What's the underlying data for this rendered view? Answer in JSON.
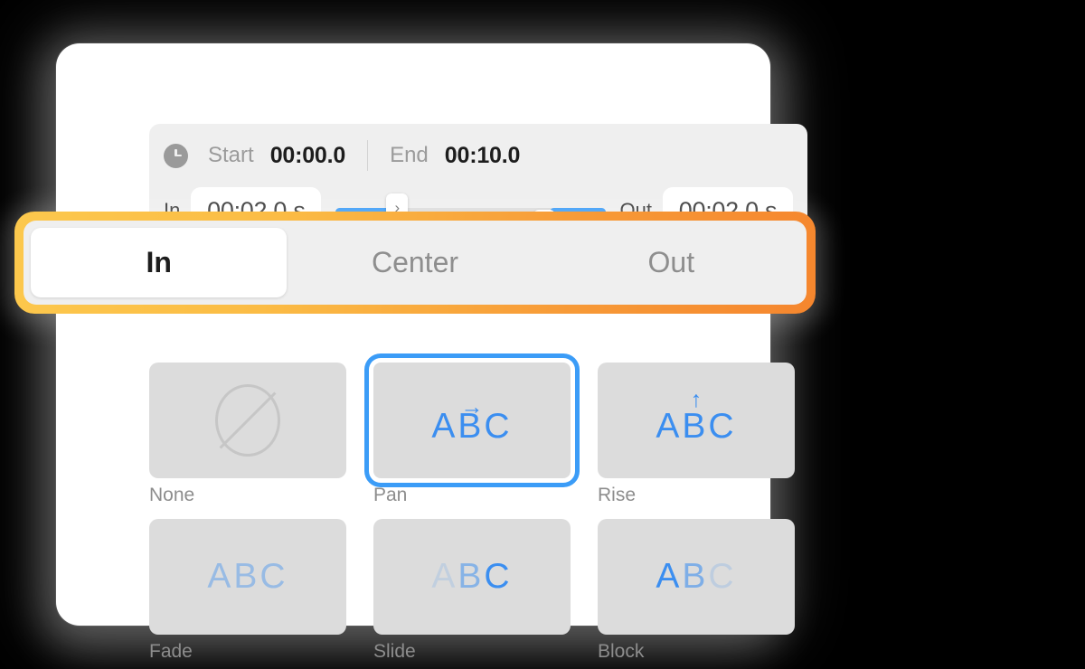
{
  "timing": {
    "clock_icon": "clock-icon",
    "start_label": "Start",
    "start_value": "00:00.0",
    "end_label": "End",
    "end_value": "00:10.0",
    "in_label": "In",
    "in_value": "00:02.0 s",
    "out_label": "Out",
    "out_value": "00:02.0 s",
    "slider": {
      "in_handle_icon": "›",
      "out_handle_icon": "‹"
    }
  },
  "segmented_control": {
    "focus_ring_color_start": "#FCC84D",
    "focus_ring_color_end": "#F5862E",
    "selected": "In",
    "tabs": [
      {
        "label": "In",
        "active": true
      },
      {
        "label": "Center",
        "active": false
      },
      {
        "label": "Out",
        "active": false
      }
    ]
  },
  "effects": {
    "selection_color": "#3B9CF7",
    "items": [
      {
        "label": "None",
        "sample": "",
        "icon": "no-entry-icon",
        "arrow": "",
        "selected": false
      },
      {
        "label": "Pan",
        "sample": "ABC",
        "icon": "",
        "arrow": "→",
        "selected": true
      },
      {
        "label": "Rise",
        "sample": "ABC",
        "icon": "",
        "arrow": "↑",
        "selected": false
      },
      {
        "label": "Fade",
        "sample": "ABC",
        "icon": "",
        "arrow": "",
        "selected": false
      },
      {
        "label": "Slide",
        "sample": "ABC",
        "icon": "",
        "arrow": "",
        "selected": false
      },
      {
        "label": "Block",
        "sample": "ABC",
        "icon": "",
        "arrow": "",
        "selected": false
      }
    ]
  }
}
